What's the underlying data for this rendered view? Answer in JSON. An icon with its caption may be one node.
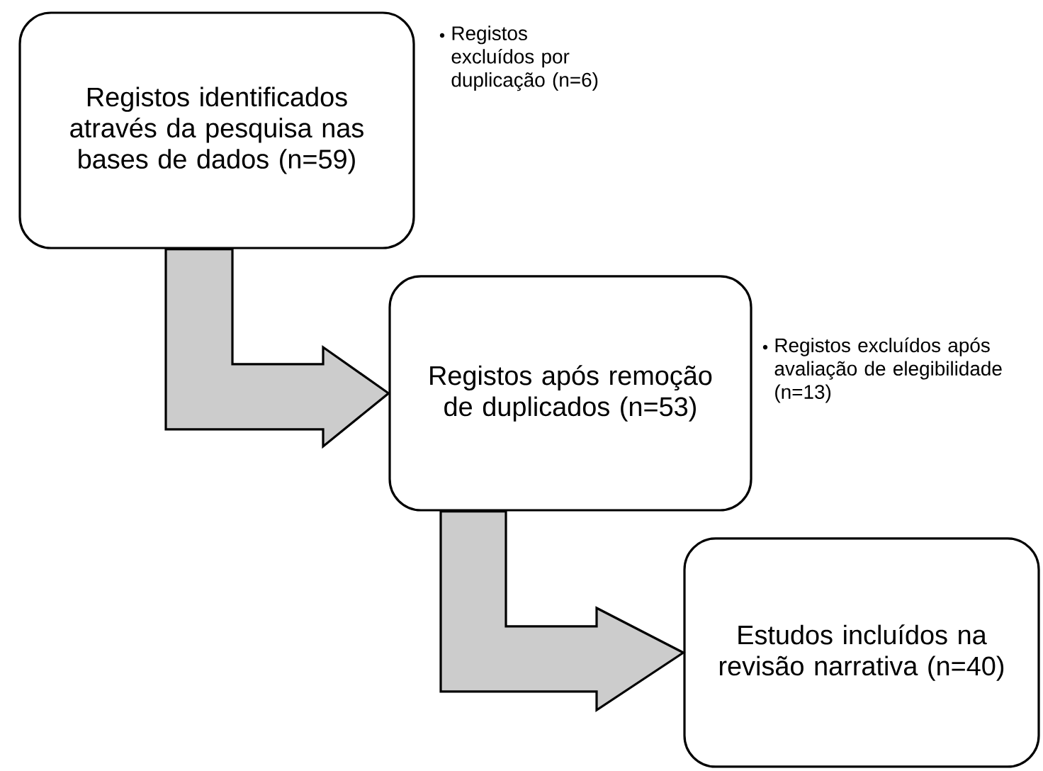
{
  "diagram": {
    "nodes": [
      {
        "text": [
          "Registos identificados através da pesquisa nas bases de dados (n=59)"
        ],
        "beside": [
          "Registos excluídos por duplicação (n=6)"
        ]
      },
      {
        "text": [
          "Registos após remoção de duplicados (n=53)"
        ],
        "beside": [
          "Registos excluídos após avaliação de elegibilidade (n=13)"
        ]
      },
      {
        "text": [
          "Estudos incluídos na revisão narrativa (n=40)"
        ]
      }
    ],
    "edges": [
      {
        "from": 0,
        "to": 1,
        "arrow": "to"
      },
      {
        "from": 1,
        "to": 2,
        "arrow": "to"
      }
    ]
  }
}
